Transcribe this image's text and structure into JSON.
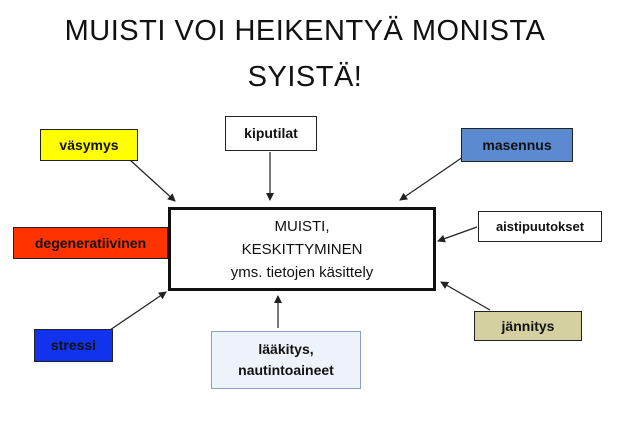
{
  "title": {
    "line1": "MUISTI VOI HEIKENTYÄ MONISTA",
    "line2": "SYISTÄ!"
  },
  "center": {
    "line1": "MUISTI,",
    "line2": "KESKITTYMINEN",
    "line3": "yms. tietojen käsittely"
  },
  "factors": {
    "vasymys": "väsymys",
    "kiputilat": "kiputilat",
    "masennus": "masennus",
    "degeneratiivinen": "degeneratiivinen",
    "aistipuutokset": "aistipuutokset",
    "stressi": "stressi",
    "jannitys": "jännitys",
    "laakitys_line1": "lääkitys,",
    "laakitys_line2": "nautintoaineet"
  },
  "colors": {
    "vasymys": "#ffff00",
    "masennus": "#5b8ad0",
    "degeneratiivinen": "#ff3300",
    "stressi": "#1133ee",
    "jannitys": "#d5d0a0",
    "laakitys": "#eef2fb"
  }
}
